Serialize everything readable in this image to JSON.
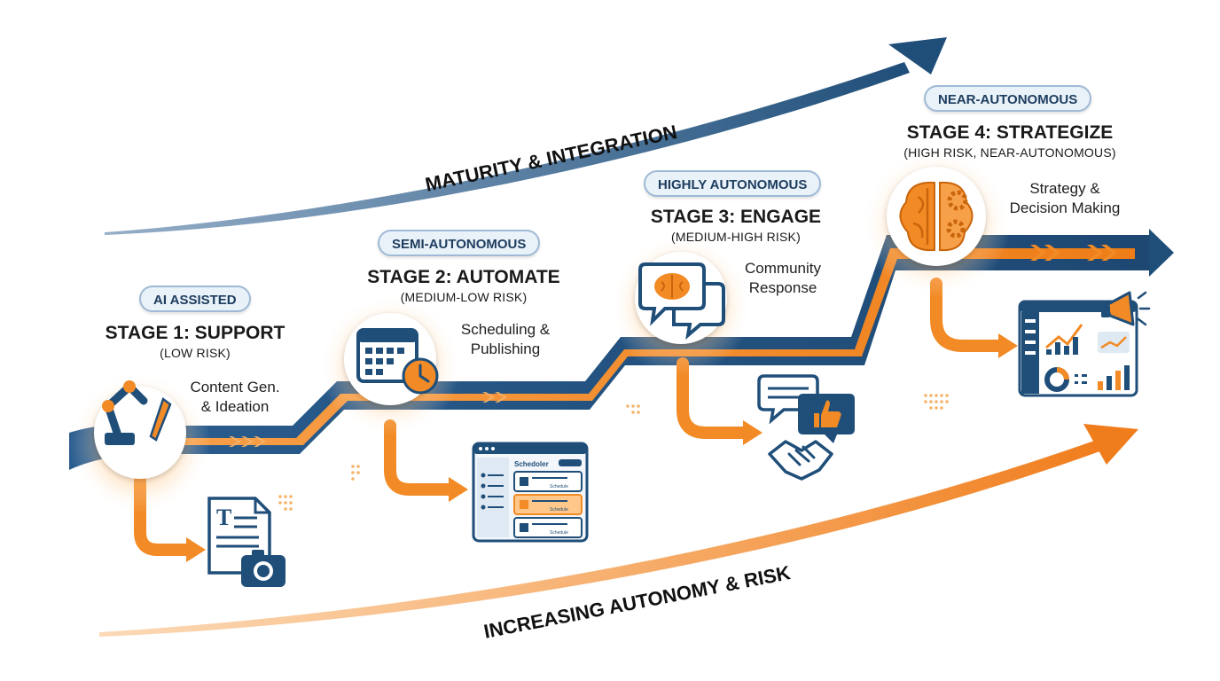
{
  "arrows": {
    "top_label": "MATURITY & INTEGRATION",
    "bottom_label": "INCREASING AUTONOMY & RISK"
  },
  "colors": {
    "navy": "#1f4e79",
    "orange": "#f28a25",
    "light_orange": "#ffc78a",
    "text": "#1a1a1a"
  },
  "stages": [
    {
      "pill": "AI ASSISTED",
      "title": "STAGE 1: SUPPORT",
      "risk": "(LOW RISK)",
      "desc_1": "Content Gen.",
      "desc_2": "& Ideation",
      "icon": "robot-arm-pen-icon",
      "output_icon": "document-camera-icon"
    },
    {
      "pill": "SEMI-AUTONOMOUS",
      "title": "STAGE 2: AUTOMATE",
      "risk": "(MEDIUM-LOW RISK)",
      "desc_1": "Scheduling &",
      "desc_2": "Publishing",
      "icon": "calendar-clock-icon",
      "output_icon": "scheduler-window-icon",
      "window_title": "Schedoler",
      "slot_label": "Schedule"
    },
    {
      "pill": "HIGHLY AUTONOMOUS",
      "title": "STAGE 3: ENGAGE",
      "risk": "(MEDIUM-HIGH RISK)",
      "desc_1": "Community",
      "desc_2": "Response",
      "icon": "brain-chat-icon",
      "output_icon": "chat-thumbs-handshake-icon"
    },
    {
      "pill": "NEAR-AUTONOMOUS",
      "title": "STAGE 4: STRATEGIZE",
      "risk": "(HIGH RISK, NEAR-AUTONOMOUS)",
      "desc_1": "Strategy &",
      "desc_2": "Decision Making",
      "icon": "brain-gear-icon",
      "output_icon": "analytics-dashboard-icon"
    }
  ]
}
